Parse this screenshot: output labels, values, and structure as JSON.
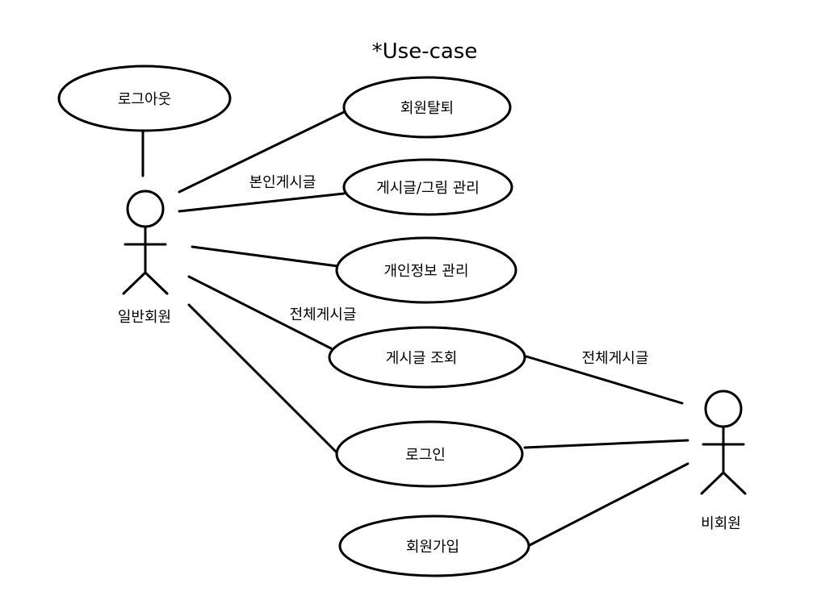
{
  "title": "*Use-case",
  "actors": {
    "member": {
      "label": "일반회원"
    },
    "guest": {
      "label": "비회원"
    }
  },
  "use_cases": {
    "logout": "로그아웃",
    "withdraw": "회원탈퇴",
    "post_manage": "게시글/그림 관리",
    "profile_manage": "개인정보 관리",
    "post_view": "게시글 조회",
    "login": "로그인",
    "signup": "회원가입"
  },
  "edge_labels": {
    "own_posts": "본인게시글",
    "all_posts_member": "전체게시글",
    "all_posts_guest": "전체게시글"
  },
  "colors": {
    "line": "#000000",
    "background": "#ffffff"
  }
}
